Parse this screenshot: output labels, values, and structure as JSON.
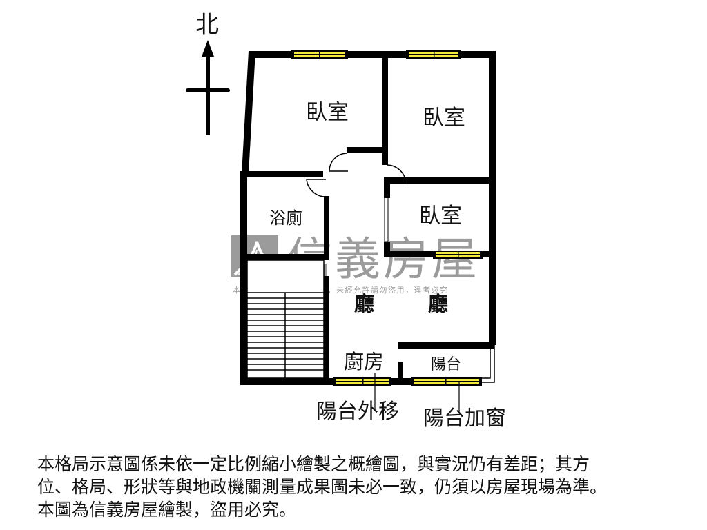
{
  "compass": {
    "label": "北",
    "direction": "north"
  },
  "rooms": [
    {
      "id": "bedroom-1",
      "label": "臥室"
    },
    {
      "id": "bedroom-2",
      "label": "臥室"
    },
    {
      "id": "bedroom-3",
      "label": "臥室"
    },
    {
      "id": "bathroom",
      "label": "浴廁"
    },
    {
      "id": "living-1",
      "label": "廳"
    },
    {
      "id": "living-2",
      "label": "廳"
    },
    {
      "id": "kitchen",
      "label": "廚房"
    },
    {
      "id": "balcony",
      "label": "陽台"
    }
  ],
  "annotations": [
    {
      "id": "balcony-moved-out",
      "label": "陽台外移"
    },
    {
      "id": "balcony-window-added",
      "label": "陽台加窗"
    }
  ],
  "watermark": {
    "brand": "信義房屋",
    "notice": "本格局圖為信義房屋繪製，未經允許請勿盜用，違者必究"
  },
  "colors": {
    "wall": "#000000",
    "window_fill": "#f2ea3c",
    "watermark": "#8a8a8a"
  },
  "disclaimer": {
    "line1": "本格局示意圖係未依一定比例縮小繪製之概繪圖，與實況仍有差距；其方",
    "line2": "位、格局、形狀等與地政機關測量成果圖未必一致，仍須以房屋現場為準。",
    "line3": "本圖為信義房屋繪製，盜用必究。"
  }
}
